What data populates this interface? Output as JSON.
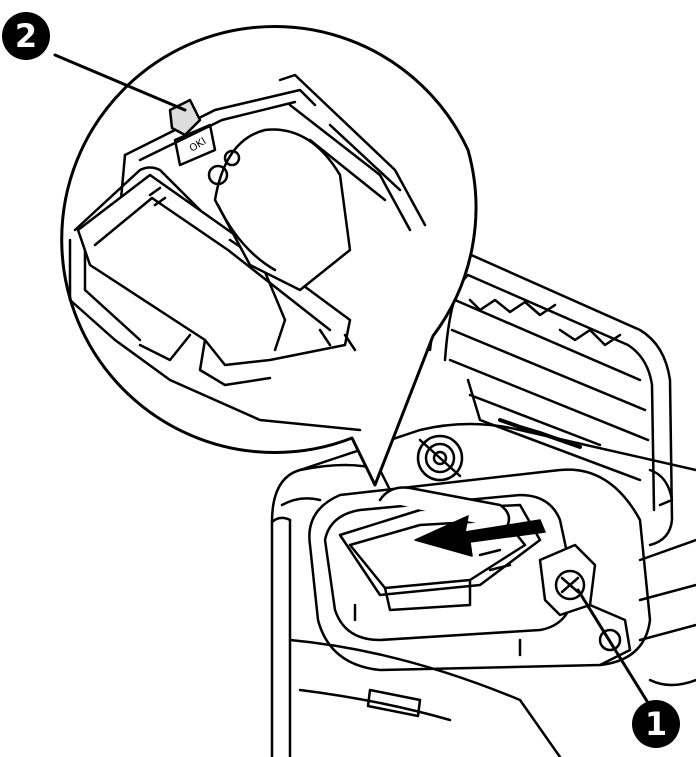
{
  "callouts": [
    {
      "id": "1",
      "label": "1",
      "target": "toner-cartridge-lock-lever"
    },
    {
      "id": "2",
      "label": "2",
      "target": "drum-lock-tab"
    }
  ],
  "drum_unit_label": "OKI",
  "colors": {
    "ink": "#000000",
    "paper": "#ffffff",
    "tone": "#dddddd"
  }
}
